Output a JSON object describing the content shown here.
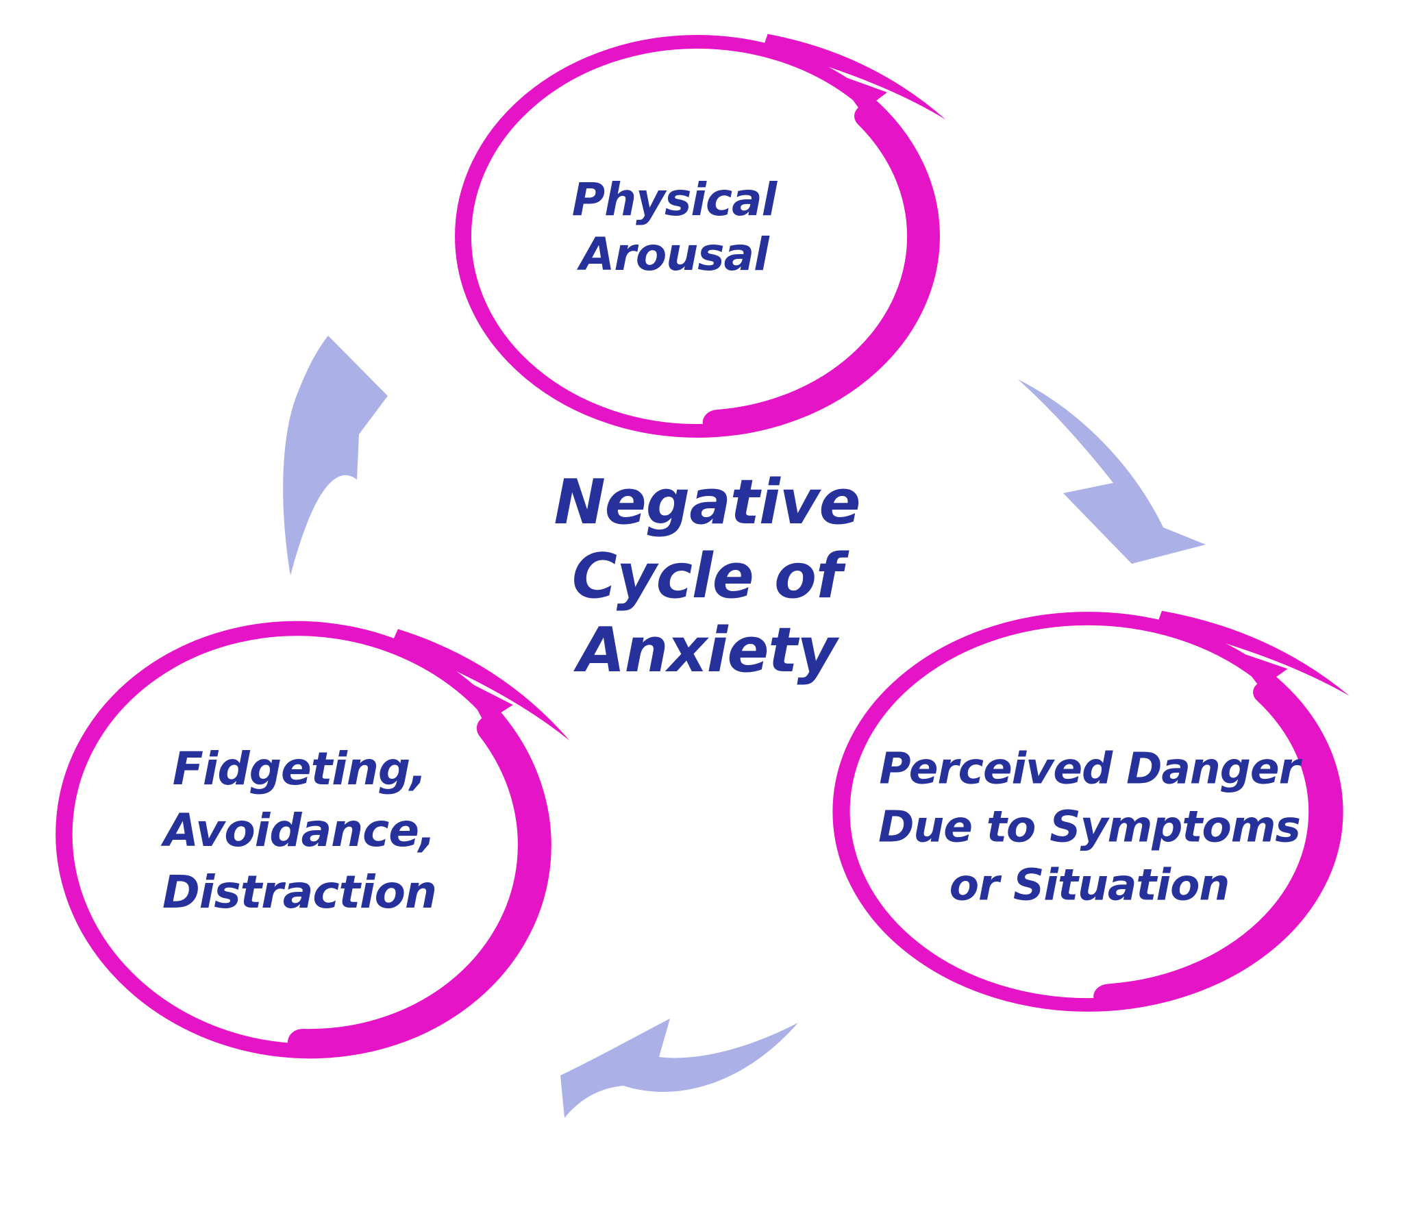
{
  "diagram": {
    "title": {
      "text": "Negative Cycle of Anxiety",
      "lines": [
        "Negative",
        "Cycle of",
        "Anxiety"
      ]
    },
    "nodes": [
      {
        "id": "physical-arousal",
        "lines": [
          "Physical",
          "Arousal"
        ]
      },
      {
        "id": "perceived-danger",
        "lines": [
          "Perceived Danger",
          "Due to Symptoms",
          "or Situation"
        ]
      },
      {
        "id": "fidgeting-avoidance-distraction",
        "lines": [
          "Fidgeting,",
          "Avoidance,",
          "Distraction"
        ]
      }
    ],
    "arrows": [
      {
        "id": "physical-to-danger",
        "from": "physical-arousal",
        "to": "perceived-danger"
      },
      {
        "id": "danger-to-fidgeting",
        "from": "perceived-danger",
        "to": "fidgeting-avoidance-distraction"
      },
      {
        "id": "fidgeting-to-physical",
        "from": "fidgeting-avoidance-distraction",
        "to": "physical-arousal"
      }
    ],
    "colors": {
      "circle": "#E515C7",
      "text": "#27319B",
      "arrow": "#ABB0E6",
      "background": "#FFFFFF"
    }
  }
}
